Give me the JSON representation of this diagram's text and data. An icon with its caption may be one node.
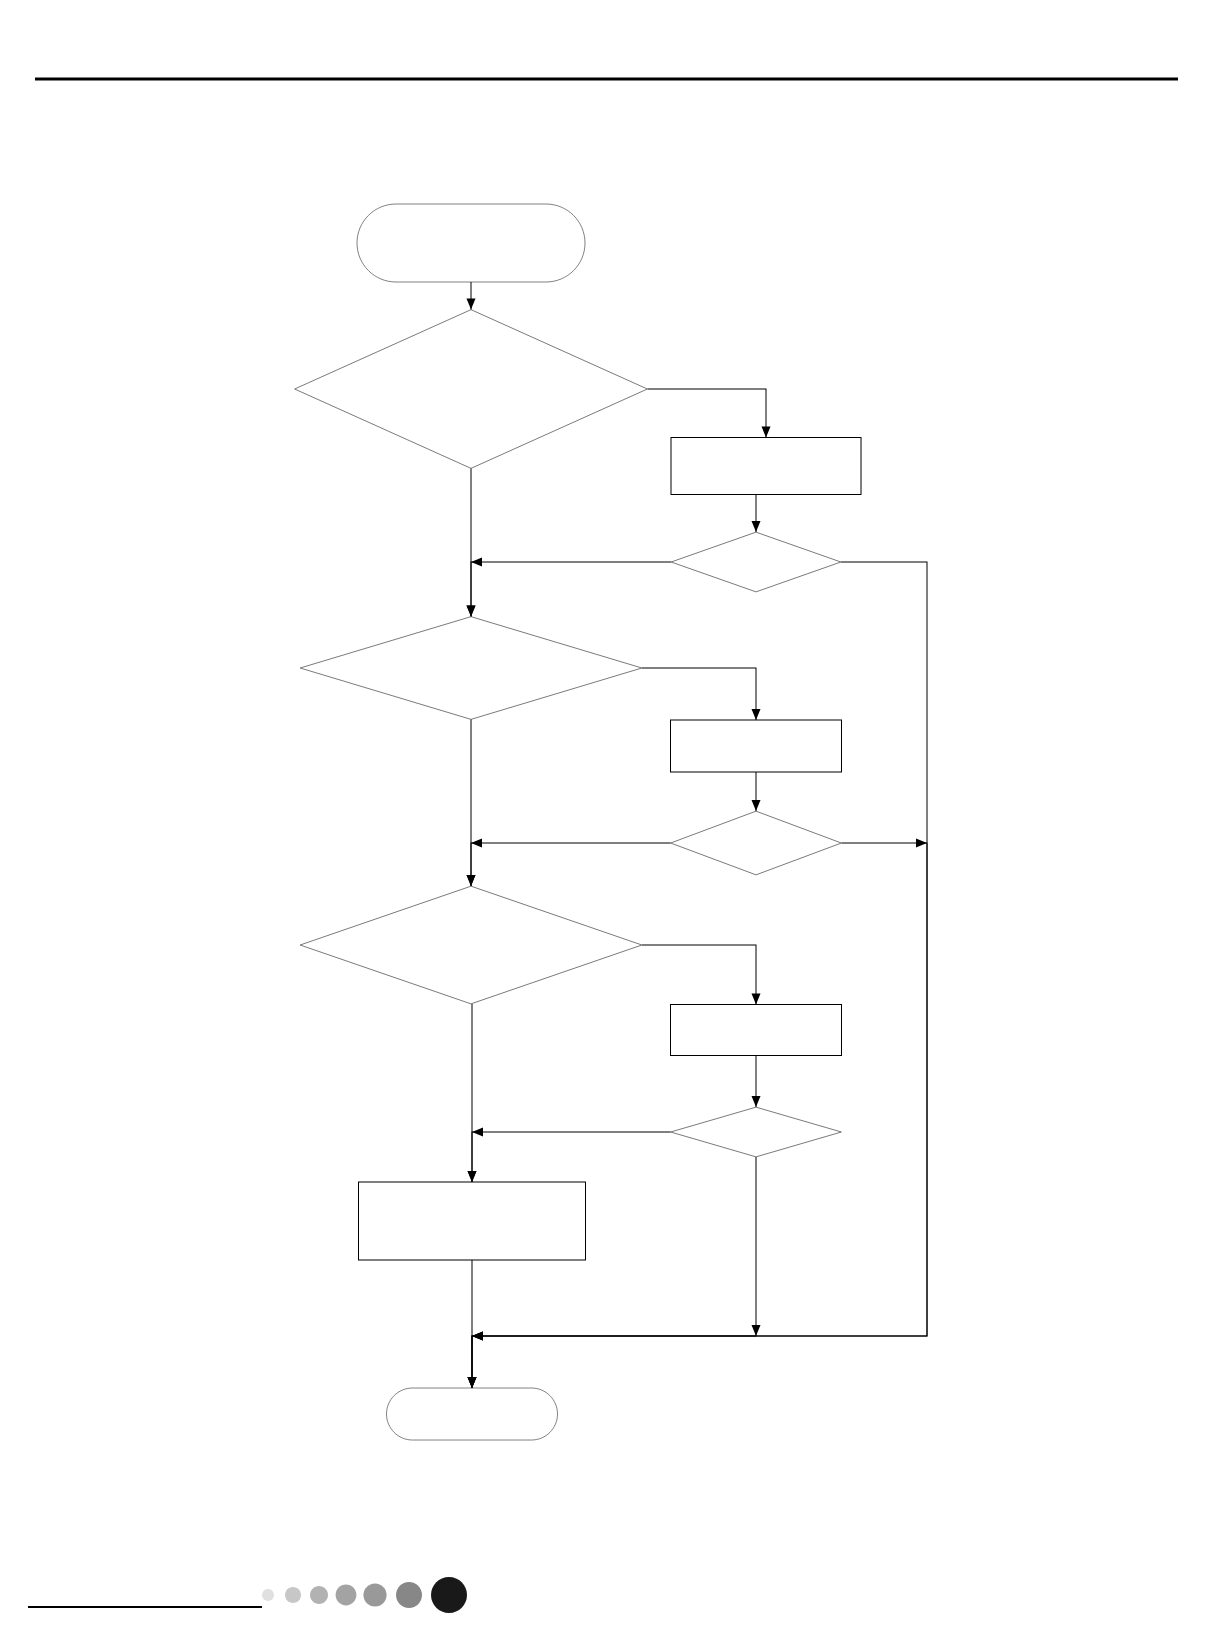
{
  "diagram": {
    "nodes": [
      {
        "text": [],
        "shape": "pill"
      },
      {
        "text": [],
        "shape": "diamond"
      },
      {
        "text": [],
        "shape": "box"
      },
      {
        "text": [],
        "shape": "diamond"
      },
      {
        "text": [],
        "shape": "diamond"
      },
      {
        "text": [],
        "shape": "box"
      },
      {
        "text": [],
        "shape": "diamond"
      },
      {
        "text": [],
        "shape": "diamond"
      },
      {
        "text": [],
        "shape": "box"
      },
      {
        "text": [],
        "shape": "diamond"
      },
      {
        "text": [],
        "shape": "box"
      },
      {
        "text": [],
        "shape": "pill"
      }
    ],
    "edges": [
      {
        "from": 0,
        "to": 1,
        "arrow": "to"
      },
      {
        "from": 1,
        "to": 2,
        "arrow": "to"
      },
      {
        "from": 2,
        "to": 3,
        "arrow": "to"
      },
      {
        "from": 1,
        "to": 4,
        "arrow": "to"
      },
      {
        "from": 3,
        "to": 4,
        "arrow": "to"
      },
      {
        "from": 3,
        "to": 11,
        "arrow": "to"
      },
      {
        "from": 4,
        "to": 5,
        "arrow": "to"
      },
      {
        "from": 5,
        "to": 6,
        "arrow": "to"
      },
      {
        "from": 4,
        "to": 7,
        "arrow": "to"
      },
      {
        "from": 6,
        "to": 7,
        "arrow": "to"
      },
      {
        "from": 6,
        "to": 11,
        "arrow": "to"
      },
      {
        "from": 7,
        "to": 8,
        "arrow": "to"
      },
      {
        "from": 8,
        "to": 9,
        "arrow": "to"
      },
      {
        "from": 7,
        "to": 10,
        "arrow": "to"
      },
      {
        "from": 9,
        "to": 10,
        "arrow": "to"
      },
      {
        "from": 9,
        "to": 11,
        "arrow": "to"
      },
      {
        "from": 10,
        "to": 11,
        "arrow": "to"
      }
    ]
  }
}
